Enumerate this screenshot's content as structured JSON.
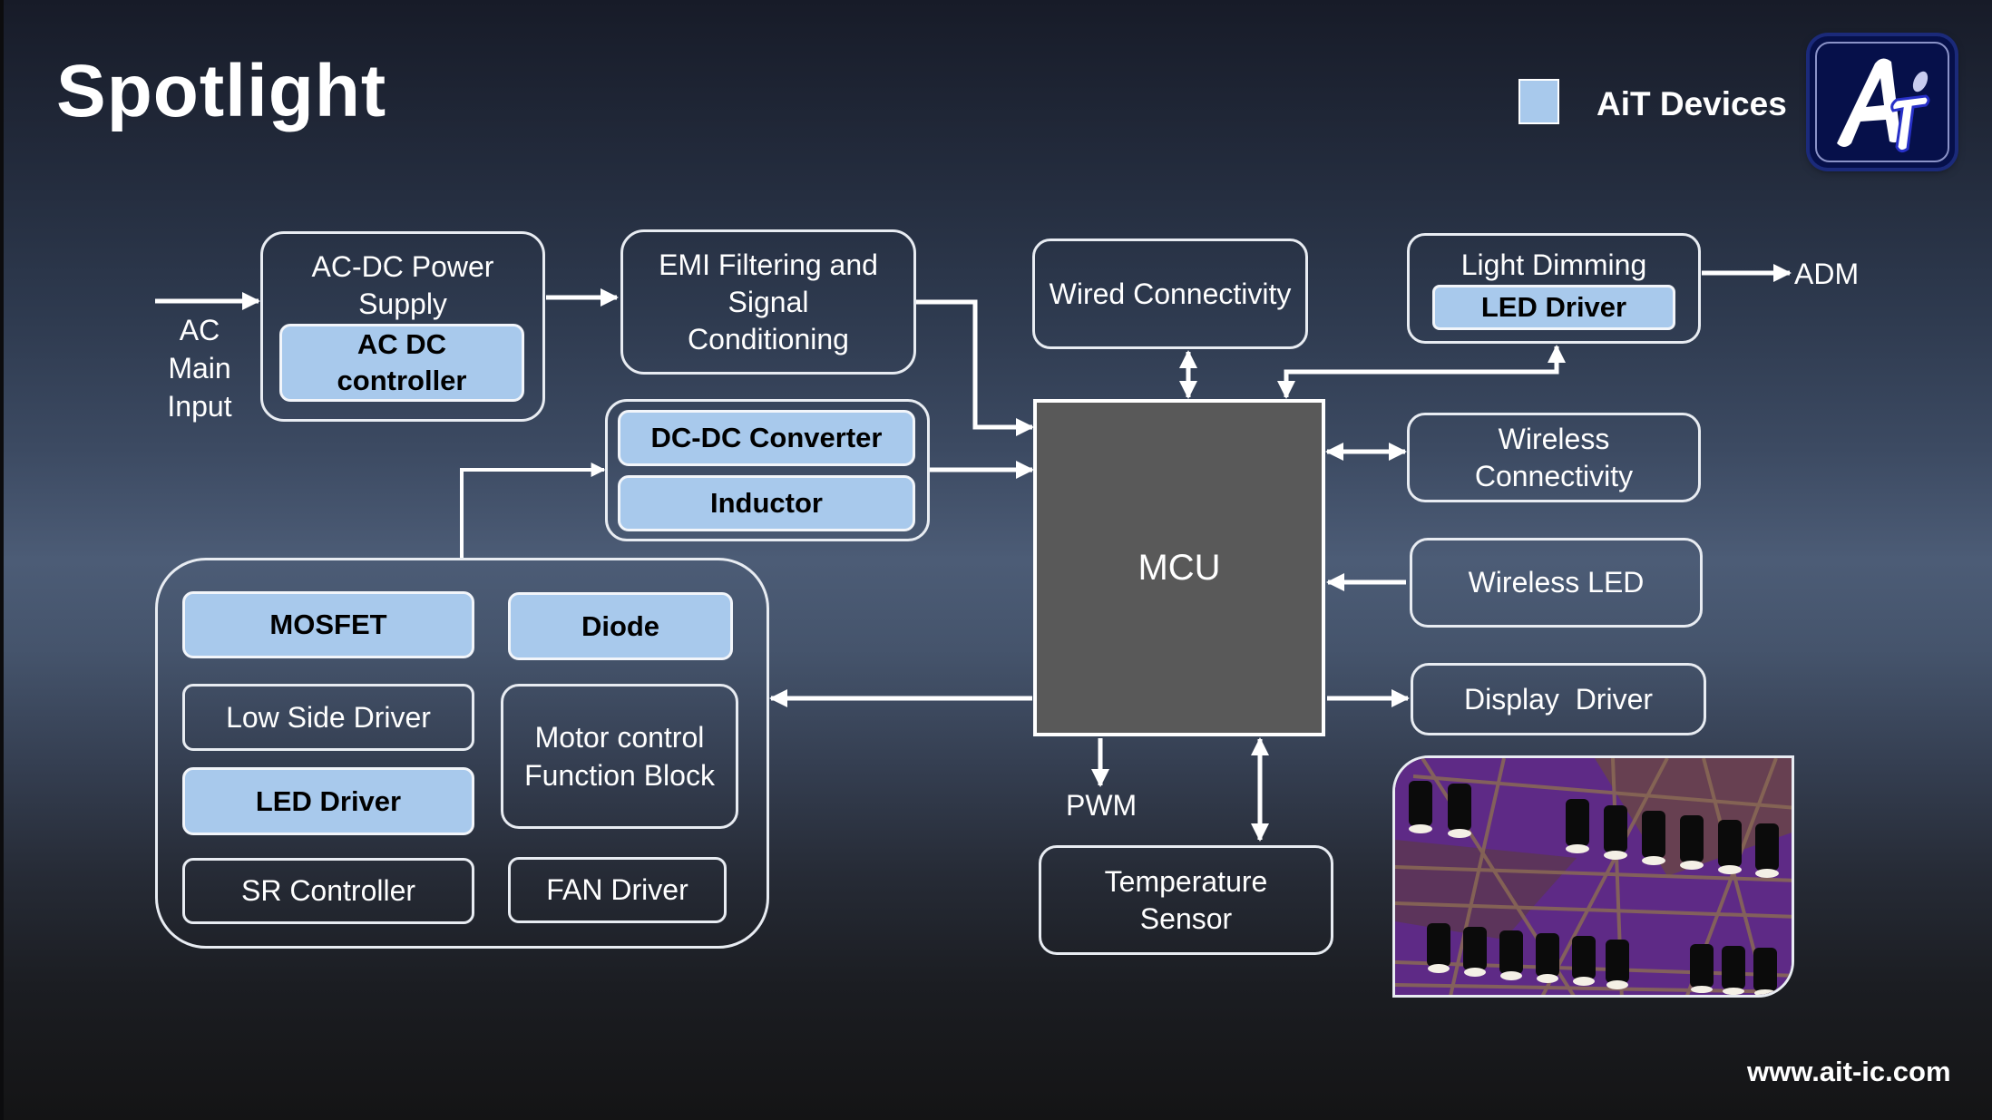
{
  "slide": {
    "title": "Spotlight",
    "website": "www.ait-ic.com"
  },
  "legend": {
    "swatch_color": "#a8c9ec",
    "label": "AiT Devices"
  },
  "logo": {
    "icon": "ait-logo-icon",
    "text": "AiT"
  },
  "colors": {
    "device_fill": "#a8c9ec",
    "mcu_fill": "#595959",
    "line": "#ffffff"
  },
  "labels": {
    "ac_main_input": [
      "AC",
      "Main",
      "Input"
    ],
    "adm": "ADM",
    "pwm": "PWM"
  },
  "blocks": {
    "ac_dc_power_supply": {
      "title_lines": [
        "AC-DC Power",
        "Supply"
      ],
      "device": [
        "AC DC",
        "controller"
      ]
    },
    "emi_filtering": {
      "title_lines": [
        "EMI Filtering and",
        "Signal",
        "Conditioning"
      ]
    },
    "dc_dc_group": {
      "devices": [
        "DC-DC Converter",
        "Inductor"
      ]
    },
    "wired_connectivity": {
      "title": "Wired Connectivity"
    },
    "light_dimming": {
      "title": "Light Dimming",
      "device": "LED Driver"
    },
    "mcu": {
      "title": "MCU"
    },
    "wireless_connectivity": {
      "title_lines": [
        "Wireless",
        "Connectivity"
      ]
    },
    "wireless_led": {
      "title": "Wireless LED"
    },
    "display_driver": {
      "title": "Display  Driver"
    },
    "temperature_sensor": {
      "title_lines": [
        "Temperature",
        "Sensor"
      ]
    },
    "power_group": {
      "mosfet": "MOSFET",
      "diode": "Diode",
      "low_side_driver": "Low Side Driver",
      "led_driver": "LED Driver",
      "motor_control": [
        "Motor control",
        "Function Block"
      ],
      "sr_controller": "SR Controller",
      "fan_driver": "FAN Driver"
    }
  },
  "photo": {
    "subject": "stage spotlights on truss"
  }
}
